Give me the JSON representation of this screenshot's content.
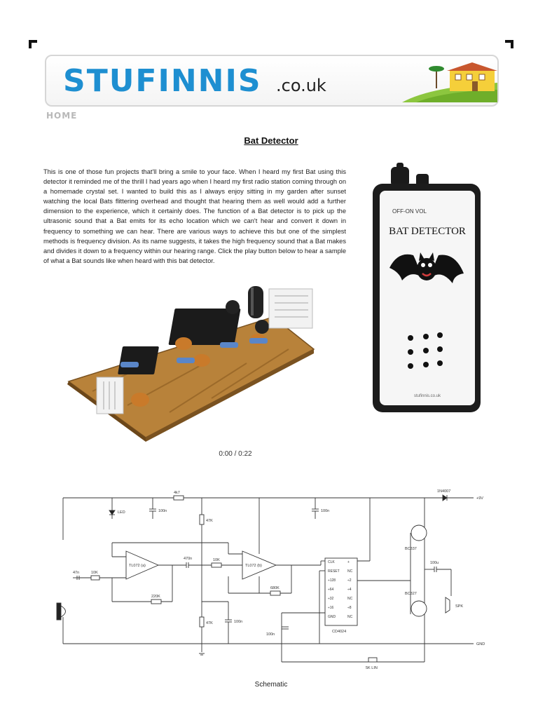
{
  "header": {
    "logo_main": "STUFINNIS",
    "logo_tld": ".co.uk",
    "home_link": "HOME"
  },
  "article": {
    "title": "Bat Detector",
    "intro": "This is one of those fun projects that'll bring a smile to your face. When I heard my first Bat using this detector it reminded me of the thrill I had years ago when I heard my first radio station coming through on a homemade crystal set. I wanted to build this as I always enjoy sitting in my garden after sunset watching the local Bats flittering overhead and thought that hearing them as well would add a further dimension to the experience, which it certainly does. The function of a Bat detector is to pick up the ultrasonic sound that a Bat emits for its echo location which we can't hear and convert it down in frequency to something we can hear. There are various ways to achieve this but one of the simplest methods is frequency division. As its name suggests, it takes the high frequency sound that a Bat makes and divides it down to a frequency within our hearing range. Click the play button below to hear a sample of what a Bat sounds like when heard with this bat detector."
  },
  "device": {
    "controls_label": "OFF-ON  VOL",
    "label": "BAT DETECTOR",
    "footer": "stufinnis.co.uk"
  },
  "audio": {
    "time": "0:00 / 0:22"
  },
  "schematic": {
    "caption": "Schematic",
    "labels": {
      "r_4k7": "4k7",
      "led": "LED",
      "c_100n_a": "100n",
      "r_47k_a": "47K",
      "c_100n_b": "100n",
      "diode": "1N4007",
      "v_plus": "+9V",
      "opamp1": "TL072 (a)",
      "opamp2": "TL072 (b)",
      "c_470n": "470n",
      "r_10k_a": "10K",
      "r_10k_b": "10K",
      "c_47n": "47n",
      "r_220k": "220K",
      "r_680k": "680K",
      "r_47k_b": "47K",
      "c_100n_c": "100n",
      "c_100n_d": "100n",
      "q1": "BC337",
      "q2": "BC327",
      "c_100u": "100u",
      "spk": "SPK",
      "ic": "CD4024",
      "pot": "5K LIN",
      "gnd": "GND"
    },
    "ic_pins_left": [
      "CLK",
      "RESET",
      "÷128",
      "÷64",
      "÷32",
      "÷16",
      "GND"
    ],
    "ic_pins_right": [
      "+",
      "NC",
      "÷2",
      "÷4",
      "NC",
      "÷8",
      "NC"
    ]
  }
}
